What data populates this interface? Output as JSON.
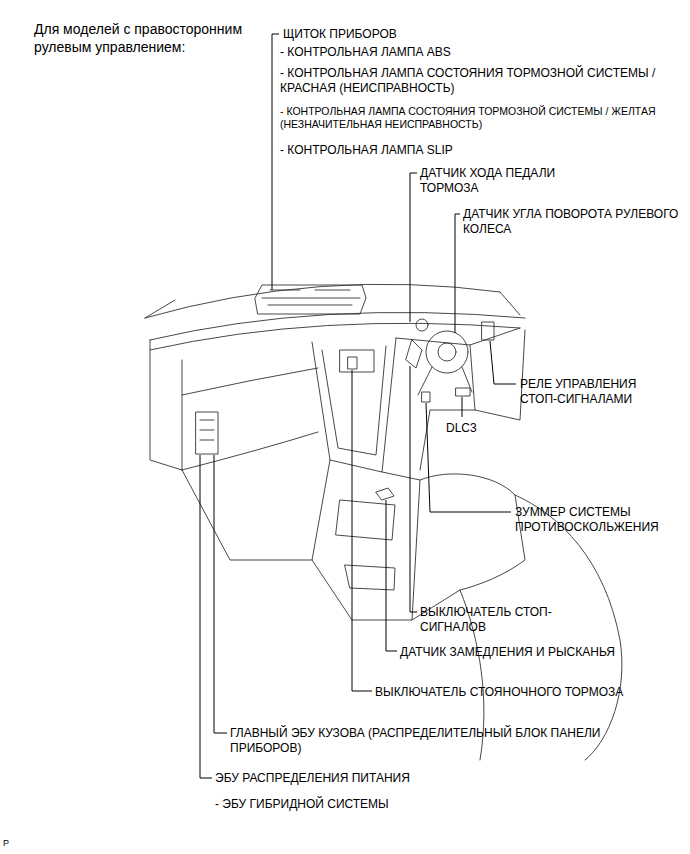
{
  "diagram": {
    "title": "Для моделей с правосторонним рулевым управлением:",
    "labels": [
      "ЩИТОК ПРИБОРОВ",
      "- КОНТРОЛЬНАЯ ЛАМПА ABS",
      "- КОНТРОЛЬНАЯ ЛАМПА СОСТОЯНИЯ ТОРМОЗНОЙ СИСТЕМЫ / КРАСНАЯ (НЕИСПРАВНОСТЬ)",
      "- КОНТРОЛЬНАЯ ЛАМПА СОСТОЯНИЯ ТОРМОЗНОЙ СИСТЕМЫ / ЖЕЛТАЯ (НЕЗНАЧИТЕЛЬНАЯ НЕИСПРАВНОСТЬ)",
      "- КОНТРОЛЬНАЯ ЛАМПА SLIP",
      "ДАТЧИК ХОДА ПЕДАЛИ ТОРМОЗА",
      "ДАТЧИК УГЛА ПОВОРОТА РУЛЕВОГО КОЛЕСА",
      "РЕЛЕ УПРАВЛЕНИЯ СТОП-СИГНАЛАМИ",
      "DLC3",
      "ЗУММЕР СИСТЕМЫ ПРОТИВОСКОЛЬЖЕНИЯ",
      "ВЫКЛЮЧАТЕЛЬ СТОП-СИГНАЛОВ",
      "ДАТЧИК ЗАМЕДЛЕНИЯ И РЫСКАНЬЯ",
      "ВЫКЛЮЧАТЕЛЬ СТОЯНОЧНОГО ТОРМОЗА",
      "ГЛАВНЫЙ ЭБУ КУЗОВА (РАСПРЕДЕЛИТЕЛЬНЫЙ БЛОК ПАНЕЛИ ПРИБОРОВ)",
      "ЭБУ РАСПРЕДЕЛЕНИЯ ПИТАНИЯ",
      "- ЭБУ ГИБРИДНОЙ СИСТЕМЫ",
      "P"
    ]
  }
}
